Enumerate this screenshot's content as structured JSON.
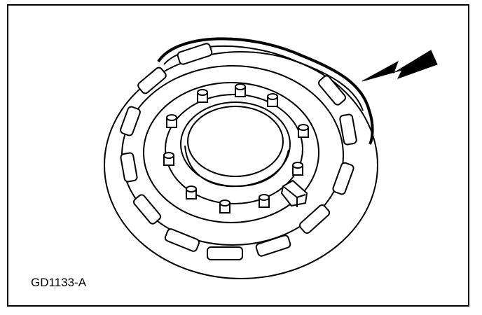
{
  "figure": {
    "label": "GD1133-A",
    "subject": "wheel-hub-with-studs-and-retaining-ring",
    "callout": "arrow-pointing-to-outer-ring"
  },
  "colors": {
    "line": "#000000",
    "background": "#ffffff"
  }
}
